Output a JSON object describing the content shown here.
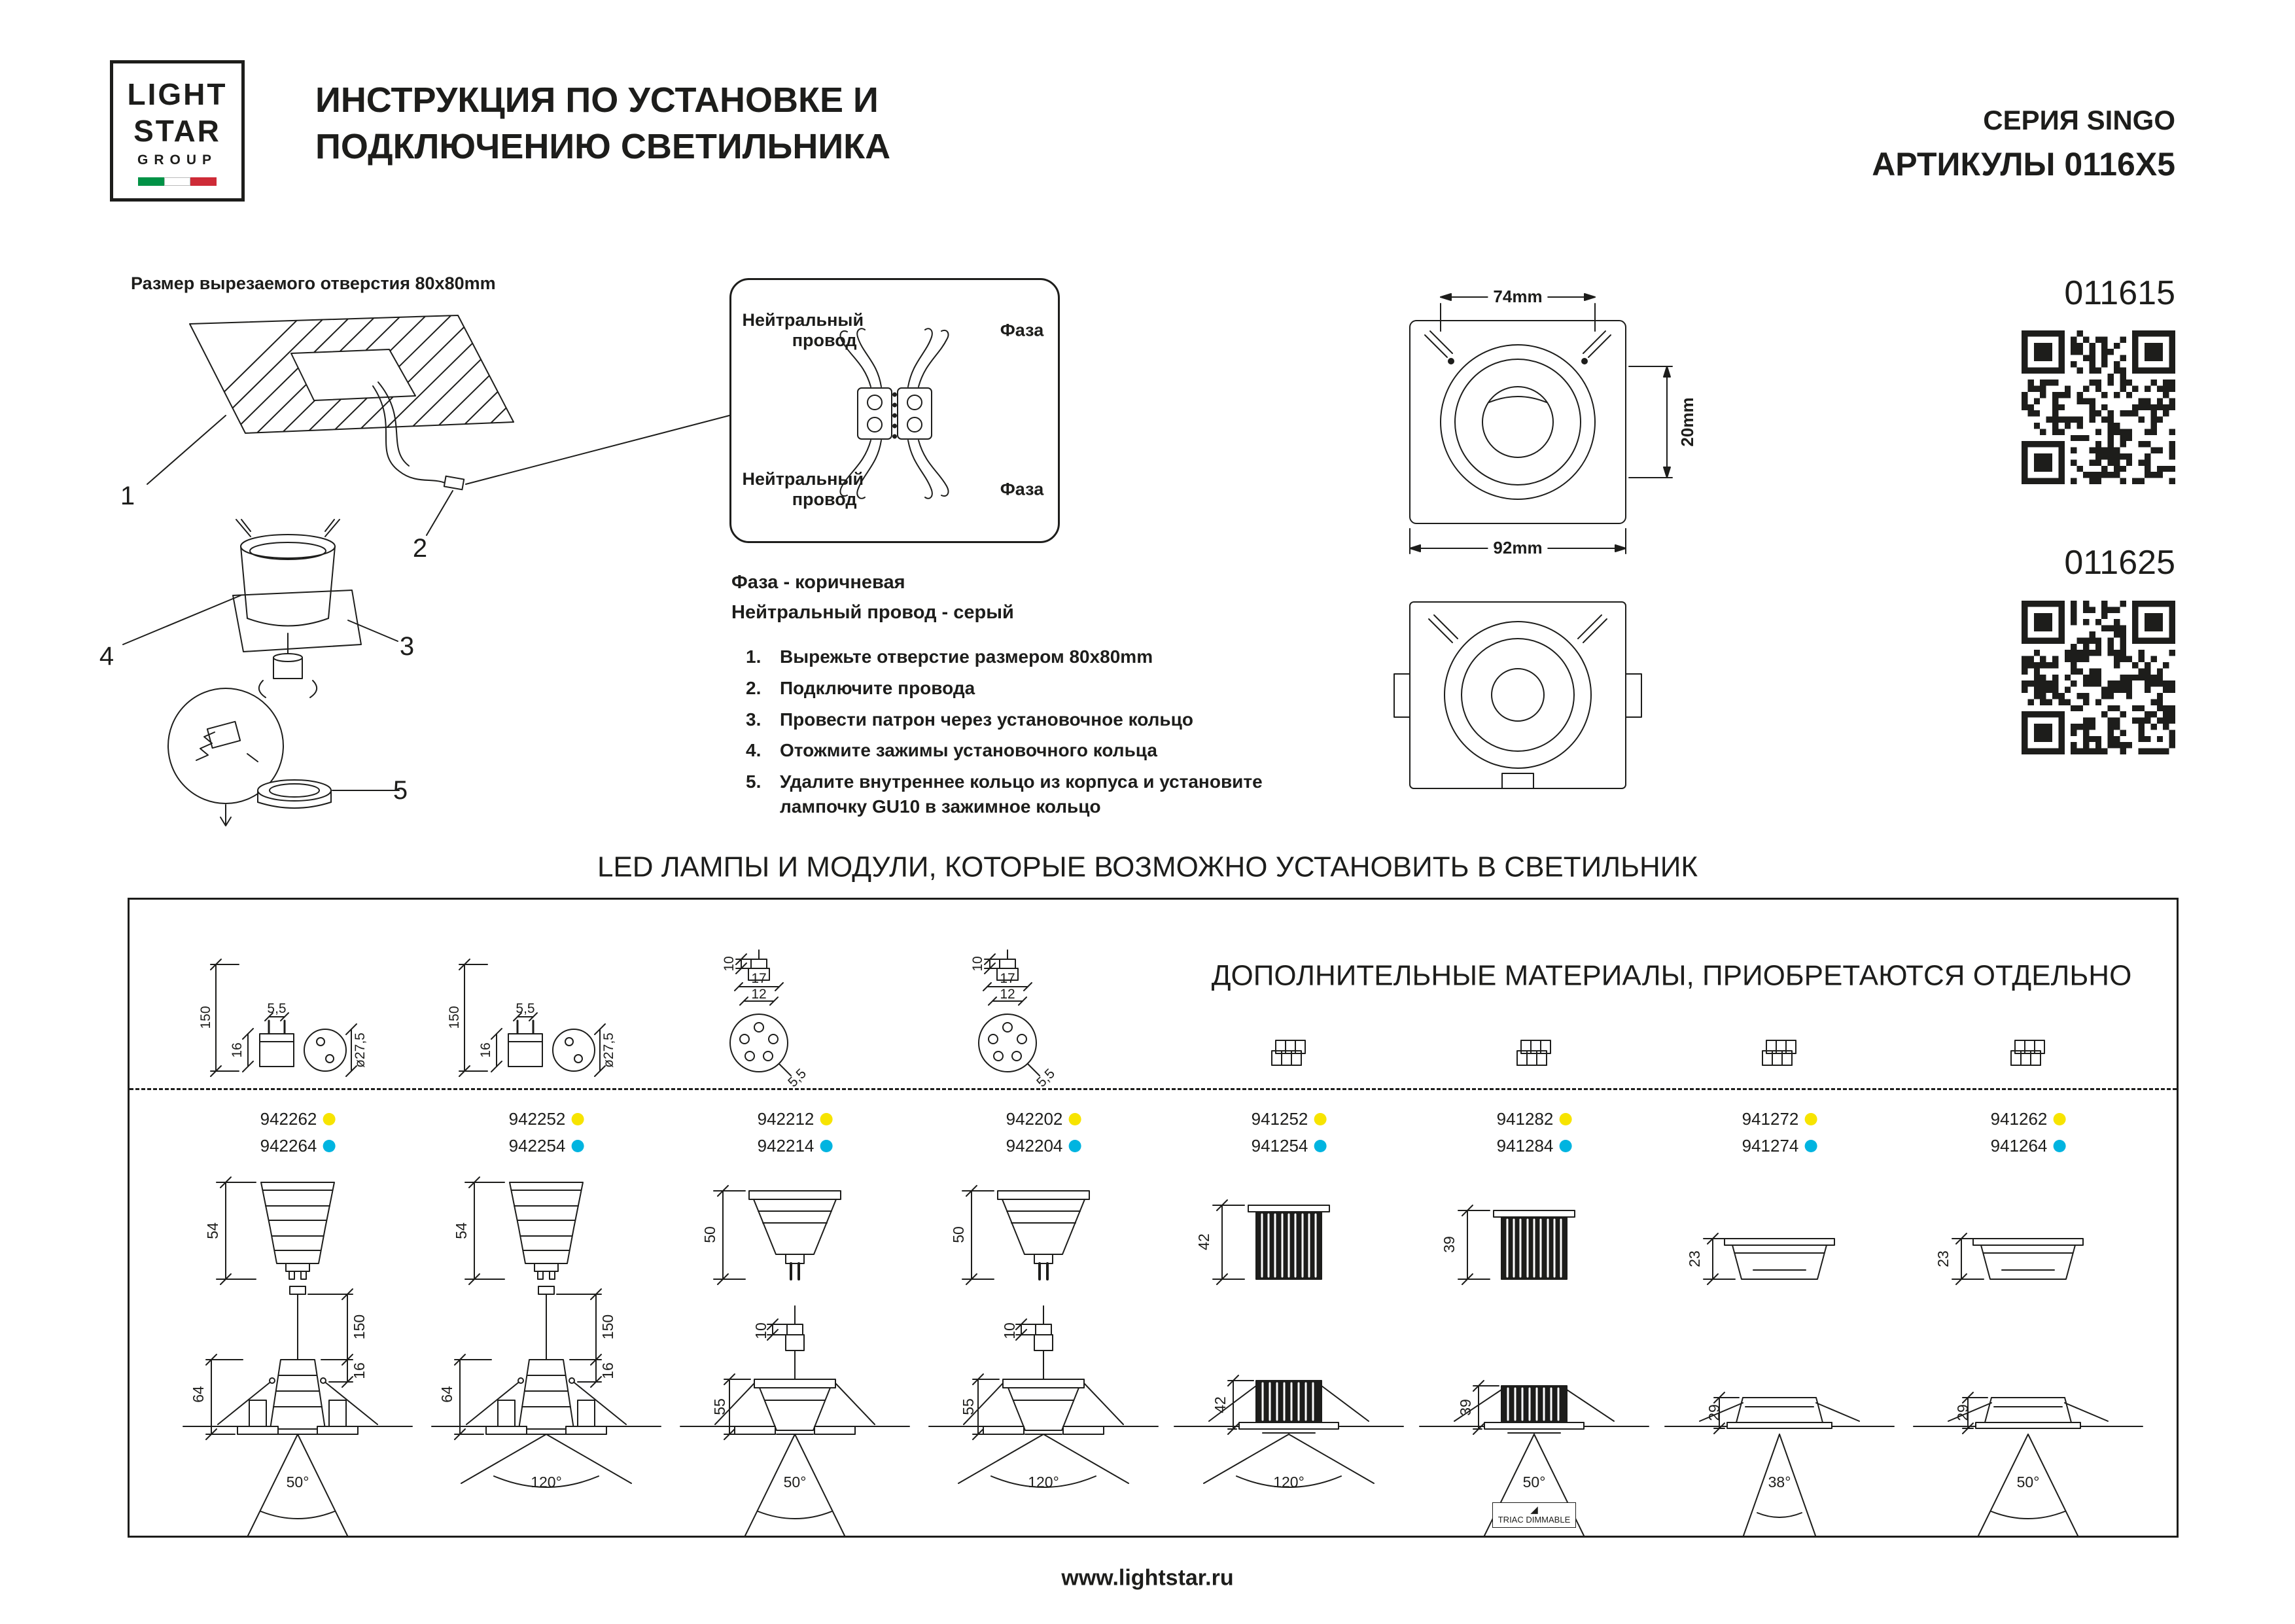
{
  "logo": {
    "line1": "LIGHT",
    "line2": "STAR",
    "line3": "GROUP"
  },
  "header": {
    "title_line1": "ИНСТРУКЦИЯ ПО УСТАНОВКЕ И",
    "title_line2": "ПОДКЛЮЧЕНИЮ СВЕТИЛЬНИКА",
    "series": "СЕРИЯ SINGO",
    "articles_title": "АРТИКУЛЫ 0116X5"
  },
  "install": {
    "hole_note": "Размер вырезаемого отверстия 80x80mm",
    "callouts": [
      "1",
      "2",
      "3",
      "4",
      "5"
    ],
    "wiring": {
      "neutral1": "Нейтральный провод",
      "phase1": "Фаза",
      "neutral2": "Нейтральный провод",
      "phase2": "Фаза"
    },
    "phase_note": "Фаза - коричневая",
    "neutral_note": "Нейтральный провод - серый",
    "steps": [
      {
        "num": "1.",
        "text": "Вырежьте отверстие размером 80x80mm"
      },
      {
        "num": "2.",
        "text": "Подключите провода"
      },
      {
        "num": "3.",
        "text": "Провести патрон через установочное кольцо"
      },
      {
        "num": "4.",
        "text": "Отожмите зажимы установочного кольца"
      },
      {
        "num": "5.",
        "text": "Удалите внутреннее кольцо из корпуса и установите лампочку GU10 в зажимное кольцо"
      }
    ]
  },
  "fixture_dims": {
    "width_top": "74mm",
    "depth": "20mm",
    "width_bottom": "92mm"
  },
  "products": [
    {
      "code": "011615"
    },
    {
      "code": "011625"
    }
  ],
  "led_box": {
    "section_title": "LED ЛАМПЫ И МОДУЛИ, КОТОРЫЕ ВОЗМОЖНО УСТАНОВИТЬ В СВЕТИЛЬНИК",
    "extras_title": "ДОПОЛНИТЕЛЬНЫЕ МАТЕРИАЛЫ, ПРИОБРЕТАЮТСЯ ОТДЕЛЬНО",
    "triac_label": "TRIAC DIMMABLE",
    "colors": {
      "warm_dot": "#f7e400",
      "cold_dot": "#00b4e0"
    },
    "mini_gu10": {
      "len": "150",
      "pin_gap": "5,5",
      "dia": "ø27,5",
      "base": "16"
    },
    "mini_mr16": {
      "h": "10",
      "w1": "17",
      "w2": "12",
      "pin": "5,5"
    },
    "columns": [
      {
        "art_warm": "942262",
        "art_cold": "942264",
        "lamp_h": "54",
        "fix_h": "64",
        "beam": "50°",
        "dim_a": "150",
        "dim_b": "16"
      },
      {
        "art_warm": "942252",
        "art_cold": "942254",
        "lamp_h": "54",
        "fix_h": "64",
        "beam": "120°",
        "dim_a": "150",
        "dim_b": "16"
      },
      {
        "art_warm": "942212",
        "art_cold": "942214",
        "lamp_h": "50",
        "fix_h": "55",
        "beam": "50°",
        "dim_a": "10"
      },
      {
        "art_warm": "942202",
        "art_cold": "942204",
        "lamp_h": "50",
        "fix_h": "55",
        "beam": "120°",
        "dim_a": "10"
      },
      {
        "art_warm": "941252",
        "art_cold": "941254",
        "lamp_h": "42",
        "fix_h": "42",
        "beam": "120°"
      },
      {
        "art_warm": "941282",
        "art_cold": "941284",
        "lamp_h": "39",
        "fix_h": "39",
        "beam": "50°"
      },
      {
        "art_warm": "941272",
        "art_cold": "941274",
        "lamp_h": "23",
        "fix_h": "29",
        "beam": "38°"
      },
      {
        "art_warm": "941262",
        "art_cold": "941264",
        "lamp_h": "23",
        "fix_h": "29",
        "beam": "50°"
      }
    ]
  },
  "footer": {
    "url": "www.lightstar.ru"
  }
}
